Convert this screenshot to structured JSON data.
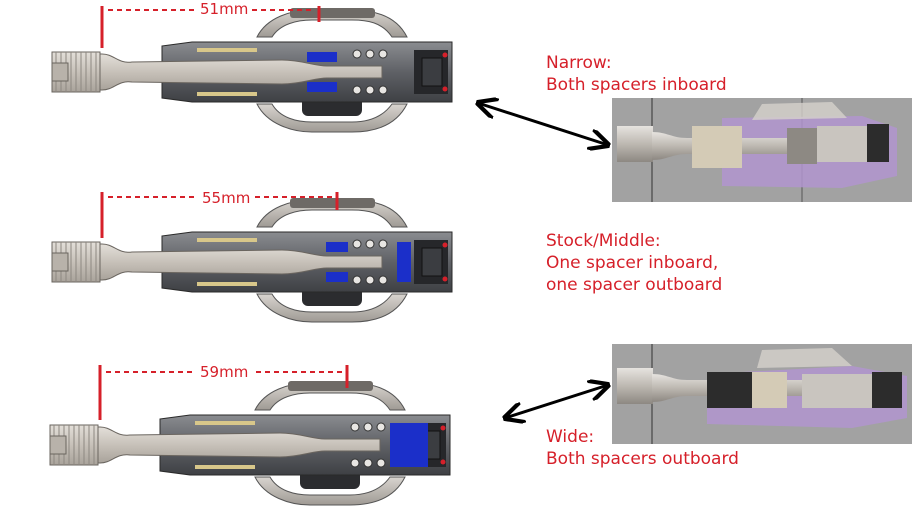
{
  "figure": {
    "rows": [
      {
        "dimension": "51mm",
        "caption": [
          "Narrow:",
          "Both spacers inboard"
        ],
        "has_photo": true
      },
      {
        "dimension": "55mm",
        "caption": [
          "Stock/Middle:",
          "One spacer inboard,",
          "one spacer outboard"
        ],
        "has_photo": false
      },
      {
        "dimension": "59mm",
        "caption": [
          "Wide:",
          "Both spacers outboard"
        ],
        "has_photo": true
      }
    ],
    "colors": {
      "accent_red": "#d6202a",
      "bearing_blue": "#1b2fc9",
      "body_grey": "#6d6f73",
      "spindle": "#c9c4bd",
      "photo_bg": "#9c9c9c",
      "spacer_purple": "#9c7fc4"
    },
    "icons": [
      "double-headed-arrow-icon"
    ]
  }
}
